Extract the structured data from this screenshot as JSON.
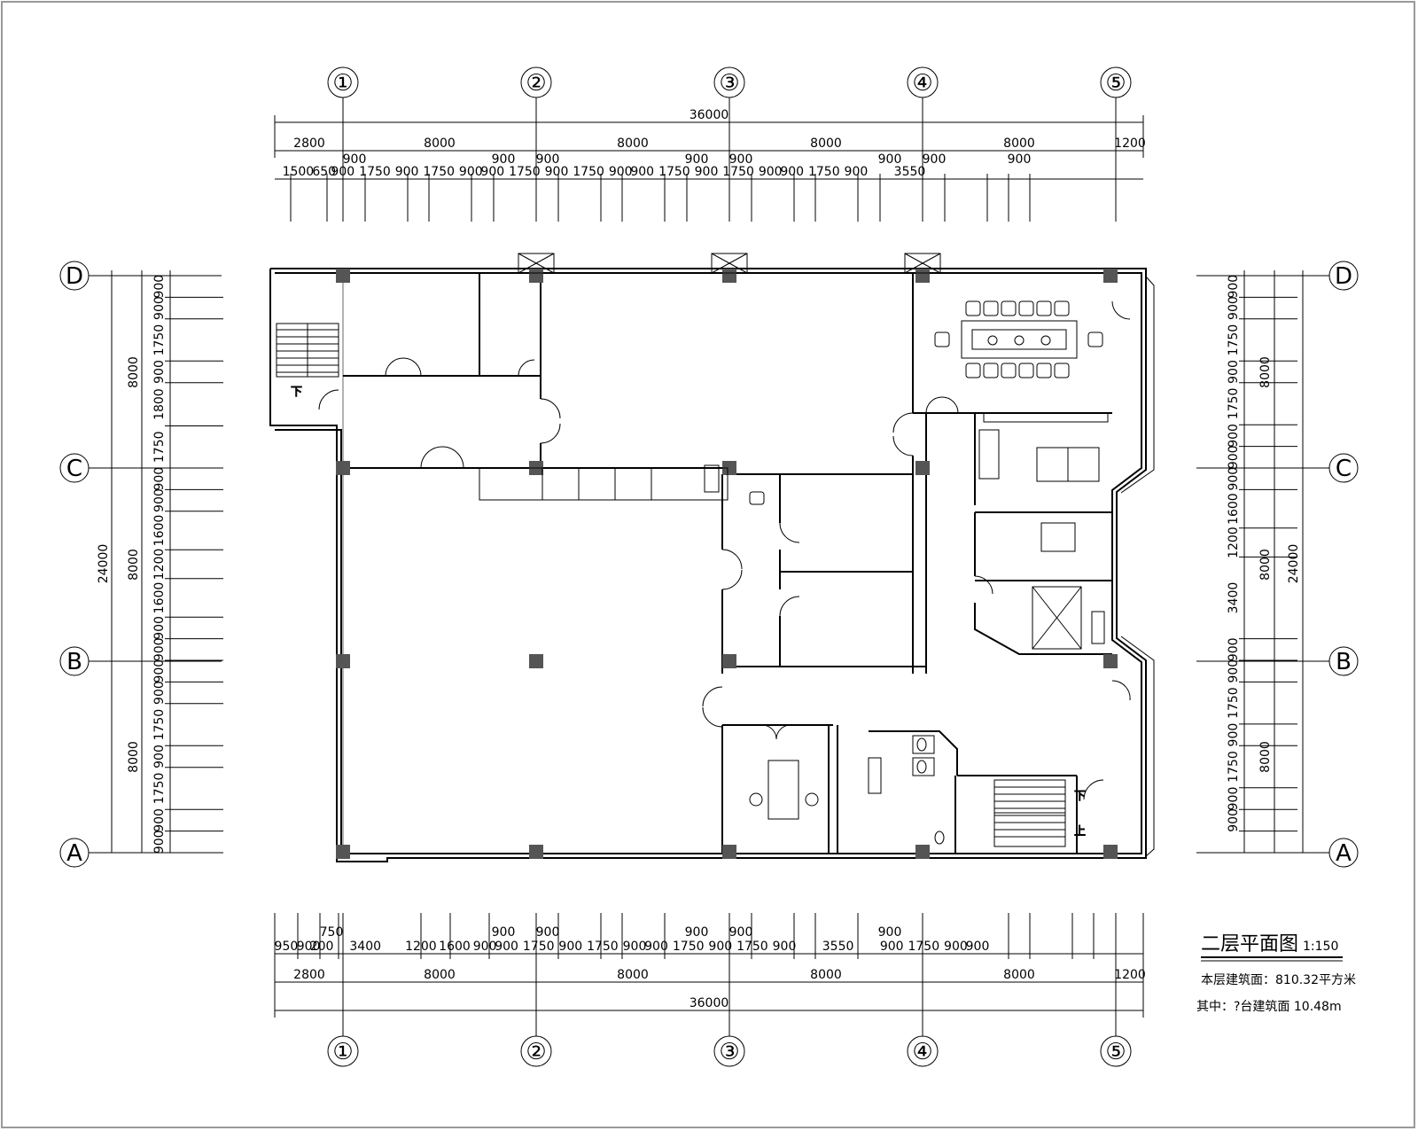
{
  "title": {
    "name": "二层平面图",
    "scale": "1:150",
    "area_line": "本层建筑面：810.32平方米",
    "balcony_line": "其中：?台建筑面 10.48m"
  },
  "axes": {
    "columns": [
      "①",
      "②",
      "③",
      "④",
      "⑤"
    ],
    "rows": [
      "D",
      "C",
      "B",
      "A"
    ]
  },
  "top_dims": {
    "total": "36000",
    "bays": [
      "2800",
      "8000",
      "8000",
      "8000",
      "8000",
      "1200"
    ],
    "detail_upper": [
      "900",
      "900",
      "900",
      "900",
      "900",
      "900",
      "900",
      "900"
    ],
    "detail_lower": [
      "1500",
      "650",
      "900",
      "1750",
      "900",
      "1750",
      "900",
      "900",
      "1750",
      "900",
      "1750",
      "900",
      "900",
      "1750",
      "900",
      "1750",
      "900",
      "900",
      "1750",
      "900",
      "3550"
    ]
  },
  "bottom_dims": {
    "total": "36000",
    "bays": [
      "2800",
      "8000",
      "8000",
      "8000",
      "8000",
      "1200"
    ],
    "detail_upper": [
      "750",
      "900",
      "900",
      "900",
      "900",
      "900"
    ],
    "detail_lower": [
      "950",
      "900",
      "200",
      "3400",
      "1200",
      "1600",
      "900",
      "900",
      "1750",
      "900",
      "1750",
      "900",
      "900",
      "1750",
      "900",
      "1750",
      "900",
      "3550",
      "900",
      "1750",
      "900",
      "900"
    ]
  },
  "left_dims": {
    "total": "24000",
    "bays": [
      "8000",
      "8000",
      "8000"
    ],
    "detail": [
      "900",
      "900",
      "1750",
      "900",
      "1800",
      "1750",
      "900",
      "900",
      "1600",
      "1200",
      "1600",
      "900",
      "900",
      "900",
      "900",
      "1750",
      "900",
      "1750",
      "900",
      "900"
    ]
  },
  "right_dims": {
    "total": "24000",
    "bays": [
      "8000",
      "8000",
      "8000"
    ],
    "detail": [
      "900",
      "900",
      "1750",
      "900",
      "1750",
      "900",
      "900",
      "900",
      "1600",
      "1200",
      "3400",
      "900",
      "900",
      "1750",
      "900",
      "1750",
      "900",
      "900"
    ]
  },
  "stair_marks": {
    "down": "下",
    "up": "上"
  },
  "colors": {
    "line": "#000000",
    "column": "#555555",
    "frame": "#999999"
  }
}
